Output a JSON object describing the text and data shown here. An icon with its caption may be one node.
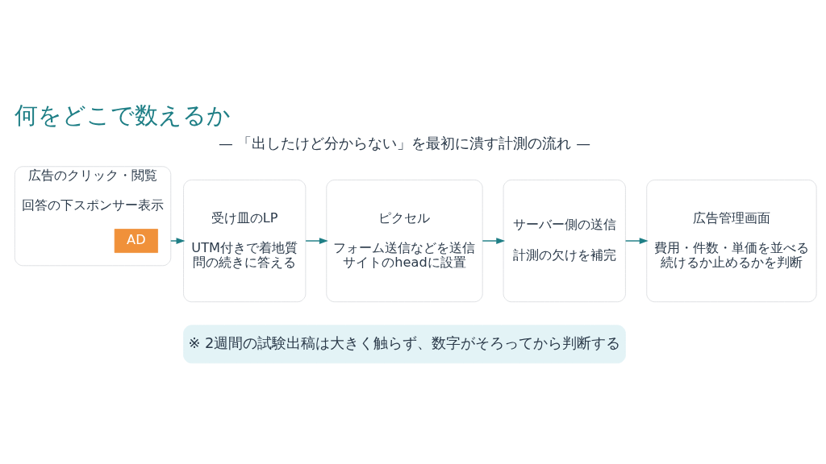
{
  "diagram": {
    "title": "何をどこで数えるか",
    "nodes": [
      {
        "text": [
          "広告のクリック・閲覧",
          "回答の下スポンサー表示"
        ]
      },
      {
        "text": [
          "AD"
        ],
        "in": 0
      },
      {
        "text": [
          "受け皿のLP",
          "UTM付きで着地質問の続きに答える"
        ]
      },
      {
        "text": [
          "ピクセル",
          "フォーム送信などを送信サイトのheadに設置"
        ]
      },
      {
        "text": [
          "サーバー側の送信",
          "計測の欠けを補完"
        ]
      },
      {
        "text": [
          "広告管理画面",
          "費用・件数・単価を並べる続けるか止めるかを判断"
        ]
      },
      {
        "text": [
          "※ 2週間の試験出稿は大きく触らず、数字がそろってから判断する"
        ]
      }
    ],
    "edges": [
      {
        "from": 0,
        "to": 2,
        "arrow": "to"
      },
      {
        "from": 2,
        "to": 3,
        "arrow": "to"
      },
      {
        "from": 3,
        "to": 4,
        "arrow": "to"
      },
      {
        "from": 4,
        "to": 5,
        "arrow": "to"
      }
    ],
    "labels": [
      "— 「出したけど分からない」を最初に潰す計測の流れ —"
    ]
  }
}
